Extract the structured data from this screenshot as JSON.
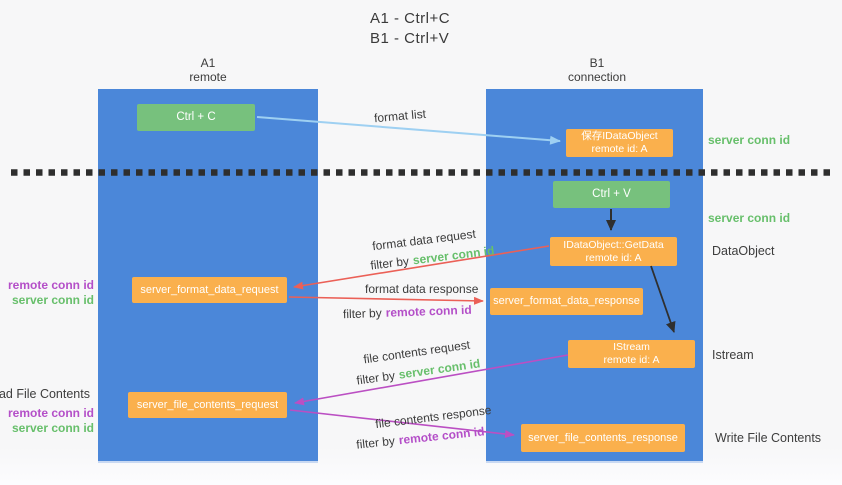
{
  "title": {
    "line1": "A1 - Ctrl+C",
    "line2": "B1 - Ctrl+V"
  },
  "lanes": {
    "a": {
      "id": "A1",
      "subtitle": "remote"
    },
    "b": {
      "id": "B1",
      "subtitle": "connection"
    }
  },
  "nodes": {
    "ctrl_c": {
      "label": "Ctrl + C"
    },
    "ctrl_v": {
      "label": "Ctrl + V"
    },
    "save_idataobject": {
      "line1": "保存IDataObject",
      "line2": "remote id: A"
    },
    "getdata": {
      "line1": "IDataObject::GetData",
      "line2": "remote id: A"
    },
    "istream": {
      "line1": "IStream",
      "line2": "remote id: A"
    },
    "server_format_data_request": {
      "label": "server_format_data_request"
    },
    "server_format_data_response": {
      "label": "server_format_data_response"
    },
    "server_file_contents_request": {
      "label": "server_file_contents_request"
    },
    "server_file_contents_response": {
      "label": "server_file_contents_response"
    }
  },
  "flow_labels": {
    "format_list": "format list",
    "format_data_request": "format data request",
    "format_data_response": "format data response",
    "file_contents_request": "file contents request",
    "file_contents_response": "file contents response",
    "filter_by": "filter by",
    "server_conn_id": "server conn id",
    "remote_conn_id": "remote conn id"
  },
  "side_labels": {
    "left": {
      "remote_conn_id": "remote conn id",
      "server_conn_id": "server conn id",
      "read_file_contents": "Read File Contents"
    },
    "right": {
      "server_conn_id": "server conn id",
      "dataobject": "DataObject",
      "istream": "Istream",
      "write_file_contents": "Write File Contents"
    }
  },
  "colors": {
    "lane_blue": "#4b87d9",
    "node_green": "#77c17d",
    "node_orange": "#fab04d",
    "arrow_light_blue": "#9ed0f2",
    "arrow_red": "#eb6057",
    "arrow_magenta": "#bb4fc3",
    "arrow_black": "#2f2f2f",
    "text_green": "#67bf6b",
    "text_purple": "#b44fc8",
    "text_dark": "#3a3a3a",
    "dotted_line": "#2e2e2e"
  }
}
